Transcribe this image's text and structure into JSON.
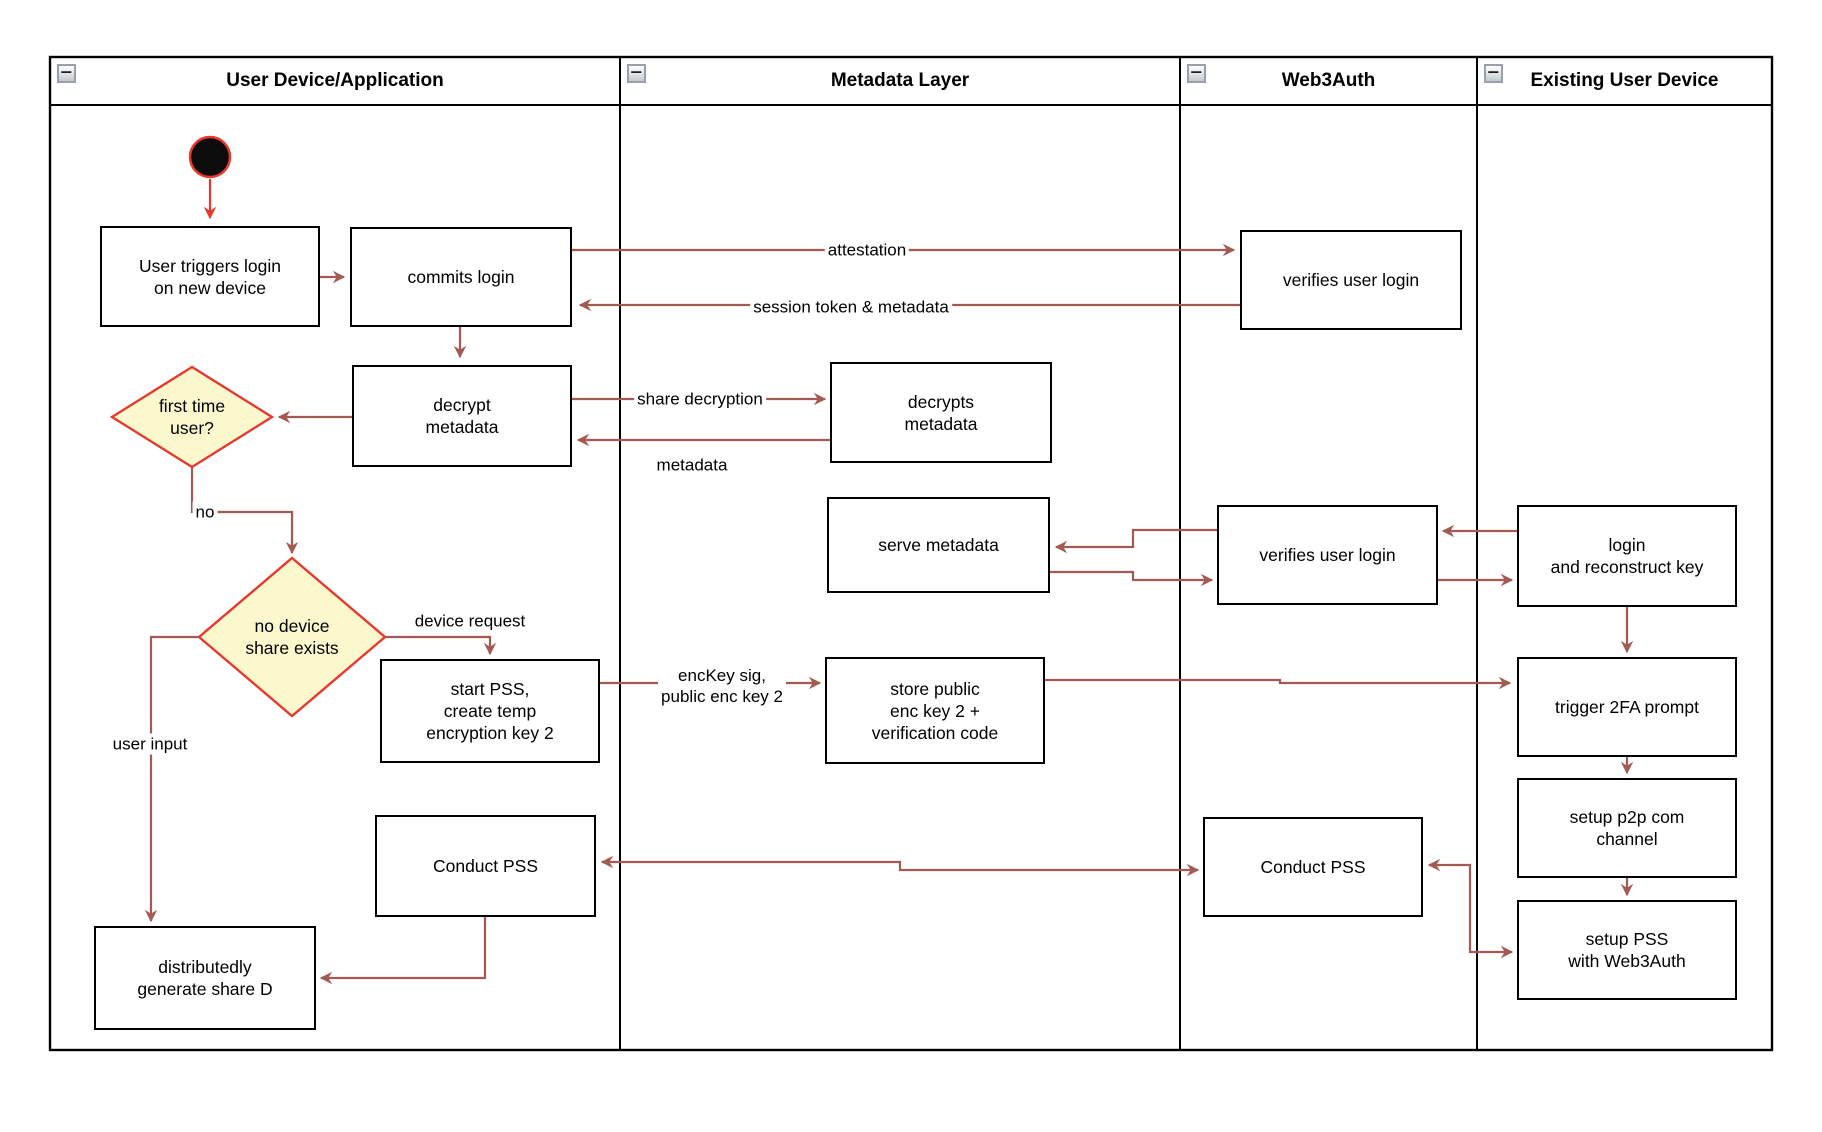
{
  "lanes": [
    {
      "title": "User Device/Application"
    },
    {
      "title": "Metadata Layer"
    },
    {
      "title": "Web3Auth"
    },
    {
      "title": "Existing User Device"
    }
  ],
  "collapse_icon": {
    "glyph": "−"
  },
  "nodes": {
    "user_triggers": {
      "label": "User triggers login\non new device"
    },
    "commits_login": {
      "label": "commits login"
    },
    "decrypt_metadata": {
      "label": "decrypt\nmetadata"
    },
    "first_time_user": {
      "label": "first time\nuser?"
    },
    "no_device_share": {
      "label": "no device\nshare exists"
    },
    "start_pss": {
      "label": "start PSS,\ncreate temp\nencryption key 2"
    },
    "conduct_pss_device": {
      "label": "Conduct PSS"
    },
    "distributedly_generate": {
      "label": "distributedly\ngenerate share D"
    },
    "decrypts_metadata": {
      "label": "decrypts\nmetadata"
    },
    "serve_metadata": {
      "label": "serve metadata"
    },
    "store_public_enc_key": {
      "label": "store public\nenc key 2 +\nverification code"
    },
    "verifies_user_login_top": {
      "label": "verifies user login"
    },
    "verifies_user_login_mid": {
      "label": "verifies user login"
    },
    "conduct_pss_web3auth": {
      "label": "Conduct PSS"
    },
    "login_reconstruct": {
      "label": "login\nand reconstruct key"
    },
    "trigger_2fa": {
      "label": "trigger 2FA prompt"
    },
    "setup_p2p": {
      "label": "setup p2p com\nchannel"
    },
    "setup_pss": {
      "label": "setup PSS\nwith Web3Auth"
    }
  },
  "edge_labels": {
    "attestation": "attestation",
    "session_token": "session token & metadata",
    "share_decryption": "share decryption",
    "metadata": "metadata",
    "no": "no",
    "device_request": "device request",
    "enckey": "encKey sig,\npublic enc key 2",
    "user_input": "user input"
  },
  "colors": {
    "arrow": "#a35a52",
    "accent": "#e7392e",
    "diamond_fill": "#fbf8cd",
    "box_border": "#000000"
  }
}
